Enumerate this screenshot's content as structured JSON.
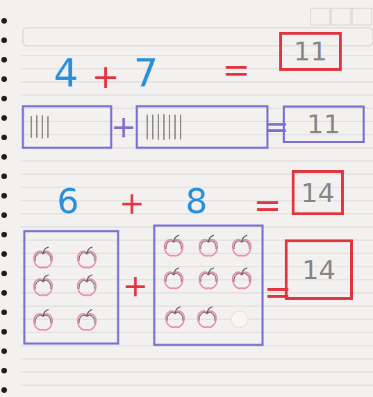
{
  "diagram": {
    "nodes": [
      {
        "text": [
          "11"
        ]
      },
      {
        "text": [
          "11"
        ]
      },
      {
        "text": [
          "14"
        ]
      },
      {
        "text": [
          "14"
        ]
      }
    ],
    "labels": [
      "4",
      "+",
      "7",
      "=",
      "+",
      "=",
      "6",
      "+",
      "8",
      "=",
      "+",
      "="
    ]
  }
}
